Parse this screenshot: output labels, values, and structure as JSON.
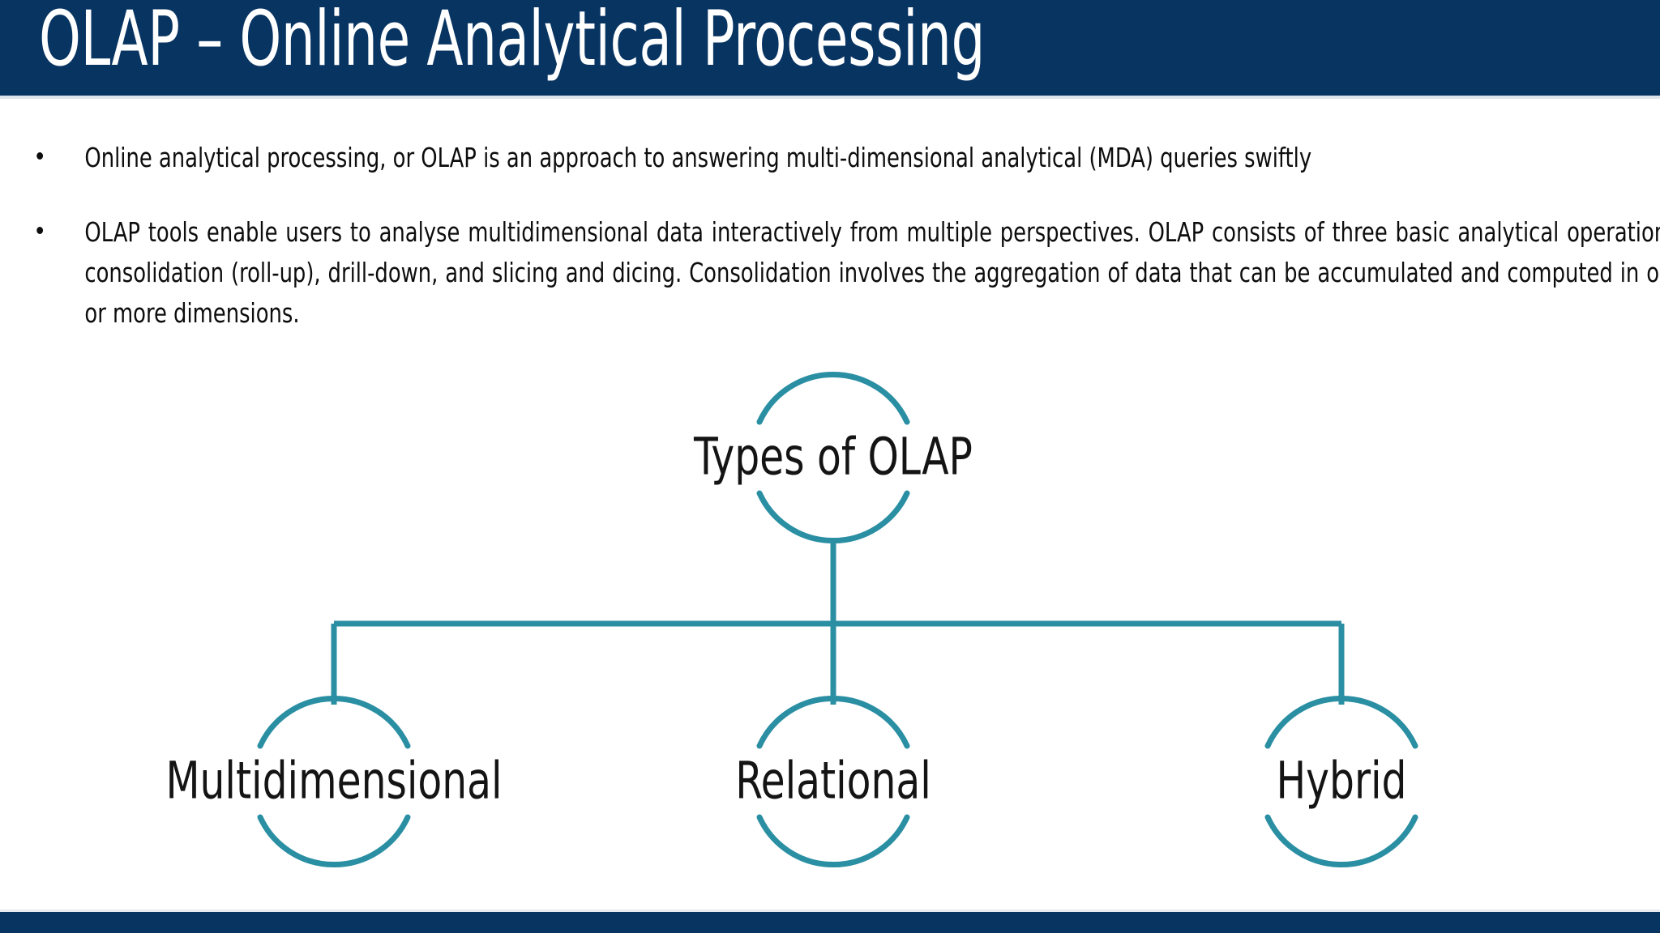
{
  "slide": {
    "title": "OLAP – Online Analytical Processing",
    "background_color": "#ffffff"
  },
  "theme": {
    "header_bar_color": "#083462",
    "footer_bar_color": "#083462",
    "accent_color": "#2b8fa3",
    "title_text_color": "#ffffff",
    "body_text_color": "#0d0d0d"
  },
  "body": {
    "bullets": [
      "Online analytical processing, or OLAP is an approach to answering multi-dimensional analytical (MDA) queries swiftly",
      "OLAP tools enable users to analyse multidimensional data interactively from multiple perspectives. OLAP consists of three basic analytical operations: consolidation (roll-up), drill-down, and slicing and dicing. Consolidation involves the aggregation of data that can be accumulated and computed in one or more dimensions."
    ]
  },
  "diagram": {
    "type": "hierarchy",
    "root": {
      "label": "Types of OLAP"
    },
    "children": [
      {
        "label": "Multidimensional"
      },
      {
        "label": "Relational"
      },
      {
        "label": "Hybrid"
      }
    ]
  }
}
